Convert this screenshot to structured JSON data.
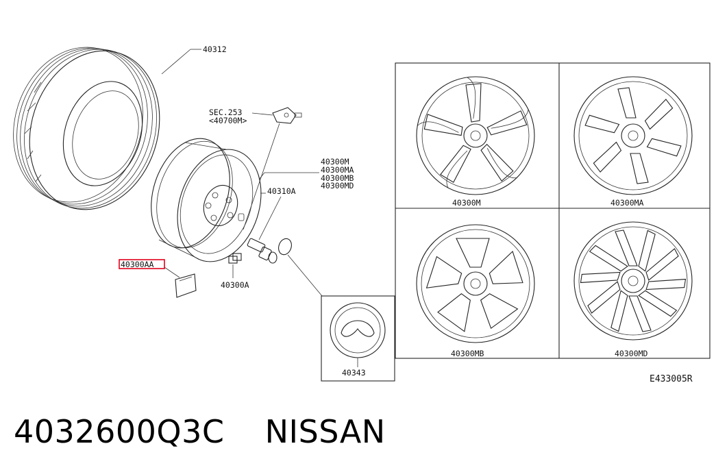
{
  "callouts": {
    "tire": "40312",
    "sensor_sec": "SEC.253",
    "sensor_ref": "<40700M>",
    "wheel_variants": [
      "40300M",
      "40300MA",
      "40300MB",
      "40300MD"
    ],
    "valve": "40310A",
    "weight_highlighted": "40300AA",
    "nut": "40300A",
    "cap": "40343"
  },
  "panels": [
    {
      "label": "40300M"
    },
    {
      "label": "40300MA"
    },
    {
      "label": "40300MB"
    },
    {
      "label": "40300MD"
    }
  ],
  "diagram_code": "E433005R",
  "footer": {
    "part_number": "4032600Q3C",
    "brand": "NISSAN"
  },
  "colors": {
    "highlight": "#e0001a",
    "line": "#222222"
  }
}
